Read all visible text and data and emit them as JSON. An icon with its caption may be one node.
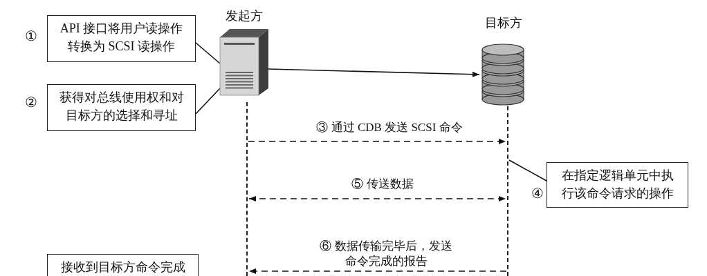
{
  "diagram": {
    "nodes": [
      {
        "text": [
          "API 接口将用户读操作转换为 SCSI 读操作"
        ],
        "beside": [
          "①"
        ]
      },
      {
        "text": [
          "发起方"
        ]
      },
      {
        "text": [
          "目标方"
        ]
      },
      {
        "text": [
          "获得对总线使用权和对目标方的选择和寻址"
        ],
        "beside": [
          "②"
        ]
      },
      {
        "text": [],
        "shape": "line"
      },
      {
        "text": [],
        "shape": "line"
      },
      {
        "text": [
          "在指定逻辑单元中执行该命令请求的操作"
        ],
        "beside": [
          "④"
        ]
      },
      {
        "text": [
          "接收到目标方命令完成"
        ]
      }
    ],
    "edges": [
      {
        "from": 0,
        "to": 1,
        "arrow": "none"
      },
      {
        "from": 3,
        "to": 1,
        "arrow": "none"
      },
      {
        "from": 1,
        "to": 2,
        "arrow": "to"
      },
      {
        "from": 4,
        "to": 5,
        "arrow": "to",
        "style": "dashed",
        "label": "③ 通过 CDB 发送 SCSI 命令"
      },
      {
        "from": 5,
        "to": 6,
        "arrow": "none"
      },
      {
        "from": 4,
        "to": 5,
        "arrow": "both",
        "style": "dashed",
        "label": "⑤ 传送数据"
      },
      {
        "from": 5,
        "to": 4,
        "arrow": "to",
        "style": "dashed",
        "label": "⑥ 数据传输完毕后，发送命令完成的报告"
      }
    ]
  }
}
